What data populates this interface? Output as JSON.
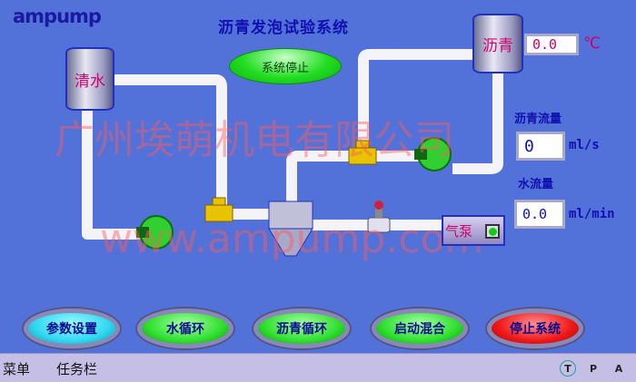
{
  "header": {
    "logo": "ampump",
    "title": "沥青发泡试验系统",
    "status": "系统停止"
  },
  "tanks": {
    "water": "清水",
    "asphalt": "沥青"
  },
  "asphalt_temp": {
    "value": "0.0",
    "unit": "℃"
  },
  "asphalt_flow": {
    "label": "沥青流量",
    "value": "0",
    "unit": "ml/s"
  },
  "water_flow": {
    "label": "水流量",
    "value": "0.0",
    "unit": "ml/min"
  },
  "air_pump": {
    "label": "气泵"
  },
  "buttons": [
    {
      "label": "参数设置",
      "color": "#30d8f0"
    },
    {
      "label": "水循环",
      "color": "#30e030"
    },
    {
      "label": "沥青循环",
      "color": "#30e030"
    },
    {
      "label": "启动混合",
      "color": "#30e030"
    },
    {
      "label": "停止系统",
      "color": "#f01818"
    }
  ],
  "taskbar": {
    "menu": "菜单",
    "tasks": "任务栏",
    "indicators": [
      "T",
      "P",
      "A"
    ]
  },
  "watermark": {
    "company": "广州埃萌机电有限公司",
    "url": "www.ampump.com"
  }
}
